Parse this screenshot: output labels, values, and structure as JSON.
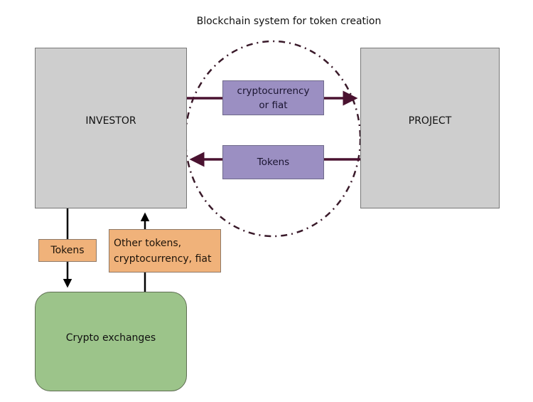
{
  "title": "Blockchain system for token creation",
  "nodes": {
    "investor": "INVESTOR",
    "project": "PROJECT",
    "exchanges": "Crypto exchanges"
  },
  "flows": {
    "investor_to_project": {
      "line1": "cryptocurrency",
      "line2": "or fiat"
    },
    "project_to_investor": "Tokens",
    "investor_to_exchanges": "Tokens",
    "exchanges_to_investor": {
      "line1": "Other tokens,",
      "line2": "cryptocurrency, fiat"
    }
  },
  "colors": {
    "entity_fill": "#cecece",
    "exchange_fill": "#9cc48a",
    "blockchain_label_fill": "#9b8fc2",
    "exchange_label_fill": "#f0b27a",
    "blockchain_arrow": "#4a1230",
    "boundary": "#3a1a2a"
  }
}
